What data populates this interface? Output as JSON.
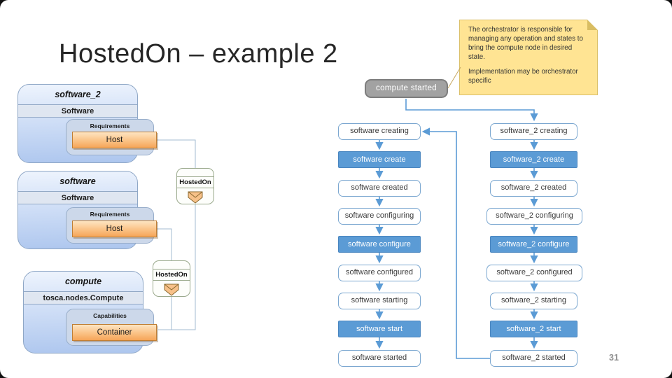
{
  "slide": {
    "title": "HostedOn – example 2",
    "page_number": "31"
  },
  "note": {
    "text1": "The orchestrator is responsible for managing any operation and states to bring the compute node in desired state.",
    "text2": "Implementation may be orchestrator specific"
  },
  "topology": {
    "nodes": [
      {
        "title": "software_2",
        "type": "Software",
        "section_label": "Requirements",
        "item_label": "Host"
      },
      {
        "title": "software",
        "type": "Software",
        "section_label": "Requirements",
        "item_label": "Host"
      },
      {
        "title": "compute",
        "type": "tosca.nodes.Compute",
        "section_label": "Capabilities",
        "item_label": "Container"
      }
    ],
    "relationships": [
      {
        "label": "HostedOn"
      },
      {
        "label": "HostedOn"
      }
    ]
  },
  "flow": {
    "start_label": "compute started",
    "rows": [
      {
        "left": "software creating",
        "right": "software_2 creating",
        "kind": "state"
      },
      {
        "left": "software create",
        "right": "software_2 create",
        "kind": "operation"
      },
      {
        "left": "software created",
        "right": "software_2 created",
        "kind": "state"
      },
      {
        "left": "software configuring",
        "right": "software_2 configuring",
        "kind": "state"
      },
      {
        "left": "software configure",
        "right": "software_2 configure",
        "kind": "operation"
      },
      {
        "left": "software configured",
        "right": "software_2 configured",
        "kind": "state"
      },
      {
        "left": "software starting",
        "right": "software_2 starting",
        "kind": "state"
      },
      {
        "left": "software start",
        "right": "software_2 start",
        "kind": "operation"
      },
      {
        "left": "software started",
        "right": "software_2 started",
        "kind": "state"
      }
    ]
  },
  "colors": {
    "accent_blue": "#5b9bd5",
    "state_border": "#7ba7d0",
    "start_gray": "#a2a2a2",
    "note_yellow": "#ffe493",
    "orange": "#f6a558",
    "topology_line": "#a3bbd2"
  }
}
